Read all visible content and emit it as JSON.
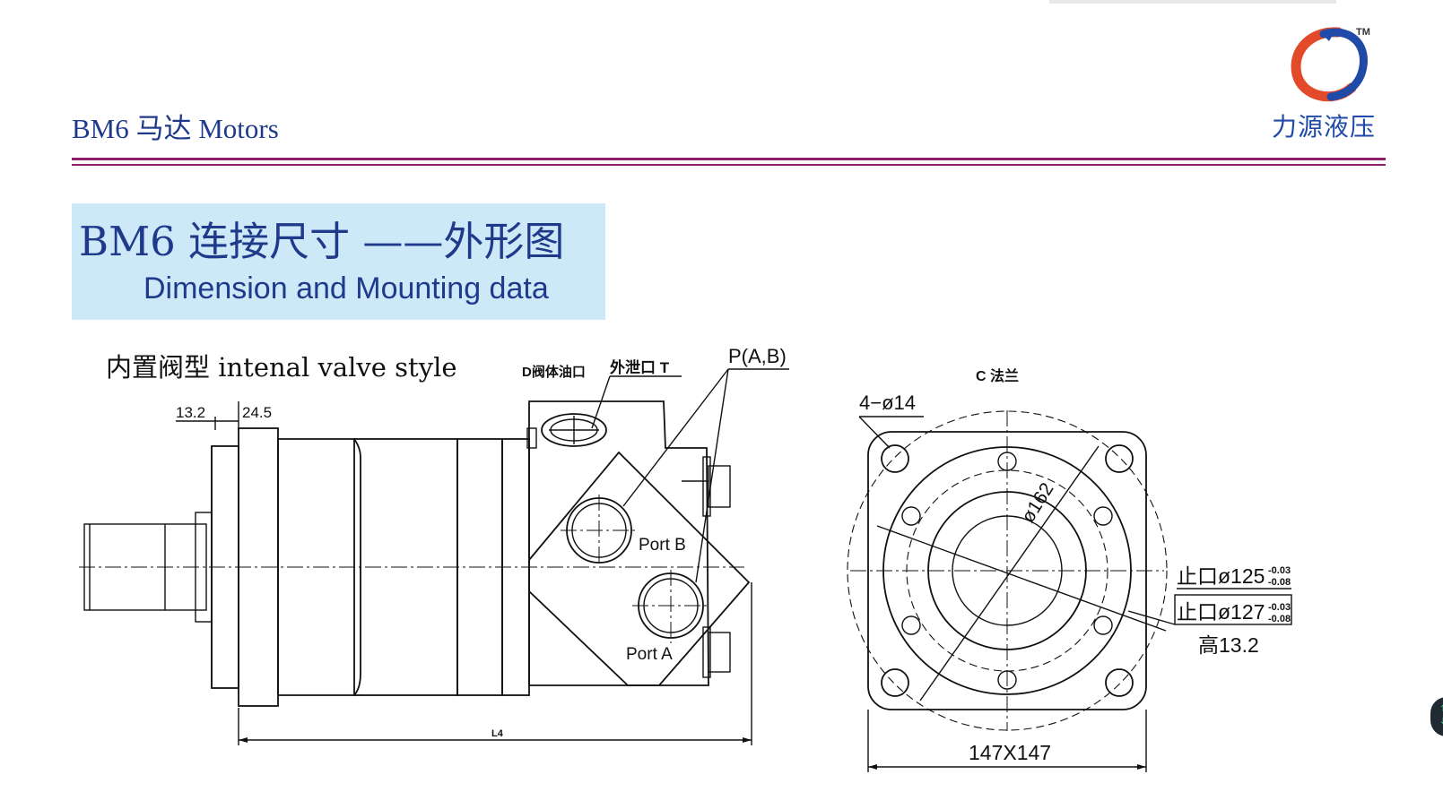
{
  "header": {
    "title": "BM6 马达 Motors"
  },
  "logo": {
    "name": "力源液压",
    "tm": "TM",
    "ring_color": "#1f4aa8",
    "accent_color": "#e24a2a"
  },
  "banner": {
    "title_zh": "BM6 连接尺寸 ——外形图",
    "title_en": "Dimension and Mounting data"
  },
  "drawing": {
    "style_label": "内置阀型 intenal valve style",
    "dim_13_2": "13.2",
    "dim_24_5": "24.5",
    "drain_d_label": "D阀体油口",
    "drain_t_label": "外泄口 T",
    "port_pab_label": "P(A,B)",
    "port_b_label": "Port B",
    "port_a_label": "Port A",
    "l4_label": "L4",
    "flange_label": "C 法兰",
    "bolt_holes_label": "4−ø14",
    "circle_dia_label": "ø162",
    "pilot_125_label": "止口ø125",
    "pilot_125_tol_upper": "-0.03",
    "pilot_125_tol_lower": "-0.08",
    "pilot_127_label": "止口ø127",
    "pilot_127_tol_upper": "-0.03",
    "pilot_127_tol_lower": "-0.08",
    "height_label": "高13.2",
    "square_label": "147X147"
  },
  "nav": {
    "up_arrow": "↑",
    "down_arrow": "↓"
  },
  "colors": {
    "brand_blue": "#1f3a8a",
    "rule": "#8e1f6a",
    "banner_bg": "#cde9f8"
  }
}
